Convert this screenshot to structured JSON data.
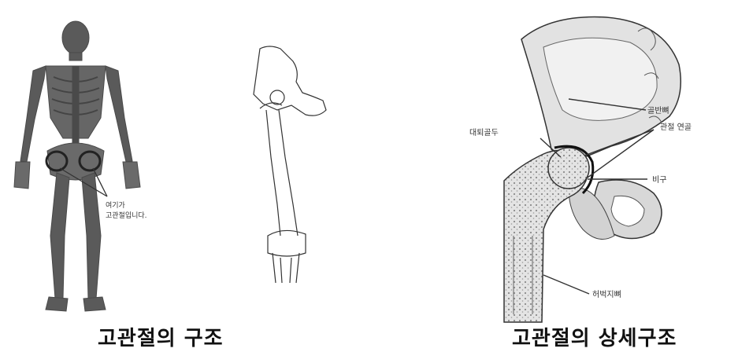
{
  "left_panel": {
    "callout": [
      "여기가",
      "고관절입니다."
    ],
    "caption": "고관절의 구조"
  },
  "right_panel": {
    "labels": {
      "pelvis": "골반뼈",
      "femoral_head": "대퇴골두",
      "joint_cartilage": "관절 연골",
      "acetabulum": "비구",
      "thigh_bone": "허벅지뼈"
    },
    "caption": "고관절의 상세구조"
  }
}
